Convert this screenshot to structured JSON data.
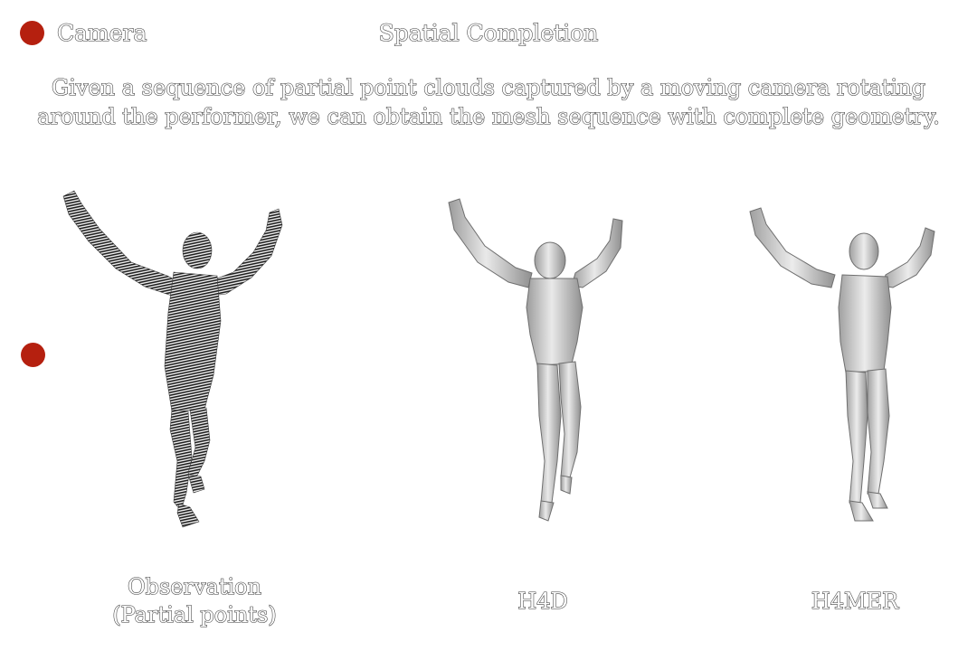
{
  "legend": {
    "label": "Camera",
    "icon": "camera-dot-icon",
    "color": "#b5200f"
  },
  "title": "Spatial Completion",
  "description": "Given a sequence of partial point clouds captured by a moving camera rotating around the performer, we can obtain the mesh sequence with complete geometry.",
  "figures": [
    {
      "caption_line1": "Observation",
      "caption_line2": "(Partial points)"
    },
    {
      "caption": "H4D"
    },
    {
      "caption": "H4MER"
    }
  ]
}
